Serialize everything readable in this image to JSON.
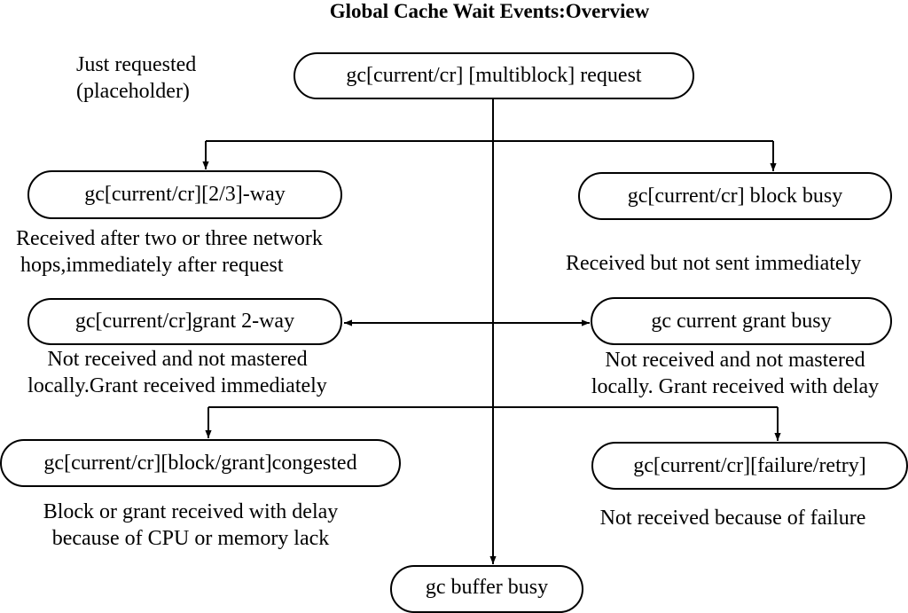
{
  "title": "Global Cache Wait Events:Overview",
  "note_top": [
    "Just requested",
    "(placeholder)"
  ],
  "nodes": {
    "request": "gc[current/cr] [multiblock] request",
    "two_three_way": "gc[current/cr][2/3]-way",
    "block_busy": "gc[current/cr] block busy",
    "grant_2way": "gc[current/cr]grant 2-way",
    "grant_busy": "gc current grant busy",
    "congested": "gc[current/cr][block/grant]congested",
    "failure_retry": "gc[current/cr][failure/retry]",
    "bottom_partial": "gc buffer busy"
  },
  "descriptions": {
    "two_three_way": [
      "Received after two or three network",
      "hops,immediately after request"
    ],
    "block_busy": [
      "Received but not sent immediately"
    ],
    "grant_2way": [
      "Not received and not mastered",
      "locally.Grant received immediately"
    ],
    "grant_busy": [
      "Not received and not mastered",
      "locally. Grant received with delay"
    ],
    "congested": [
      "Block or grant received with delay",
      "because of CPU or memory lack"
    ],
    "failure_retry": [
      "Not received because of failure"
    ]
  }
}
